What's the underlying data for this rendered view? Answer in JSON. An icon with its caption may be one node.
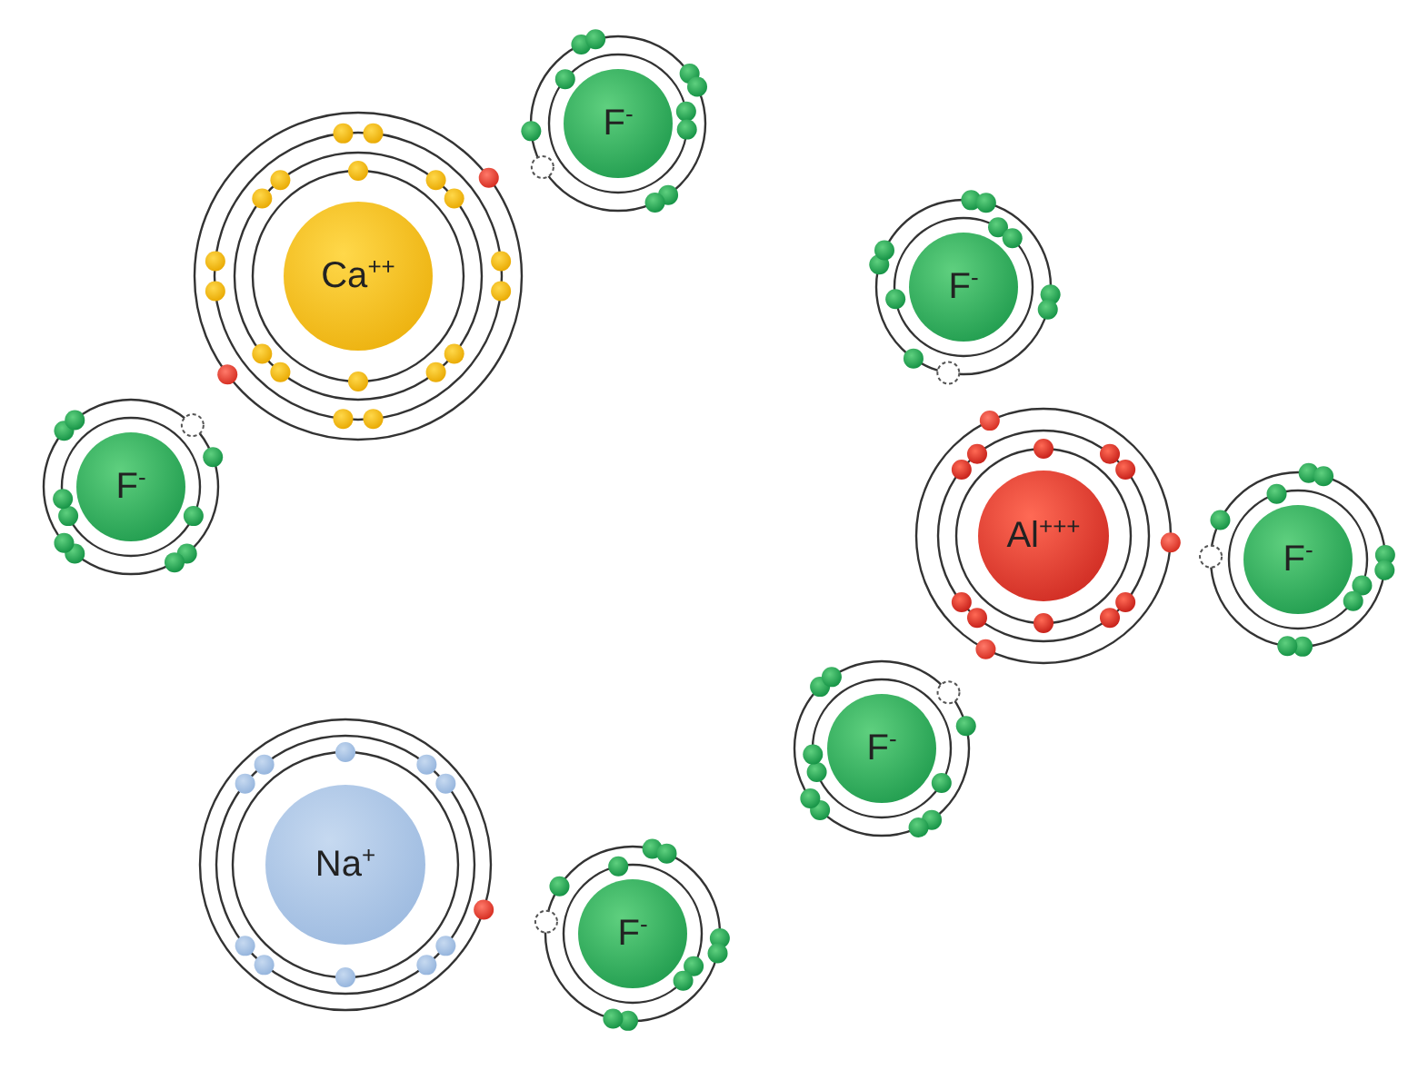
{
  "diagram": {
    "nodes": [
      {
        "text": [
          "F$^{-}$"
        ]
      },
      {
        "text": [
          "Ca$^{++}$"
        ]
      },
      {
        "text": [
          "F$^{-}$"
        ]
      },
      {
        "text": [
          "F$^{-}$"
        ]
      },
      {
        "text": [
          "Al$^{+++}$"
        ]
      },
      {
        "text": [
          "F$^{-}$"
        ]
      },
      {
        "text": [
          "F$^{-}$"
        ]
      },
      {
        "text": [
          "Na$^{+}$"
        ]
      },
      {
        "text": [
          "F$^{-}$"
        ]
      }
    ]
  }
}
